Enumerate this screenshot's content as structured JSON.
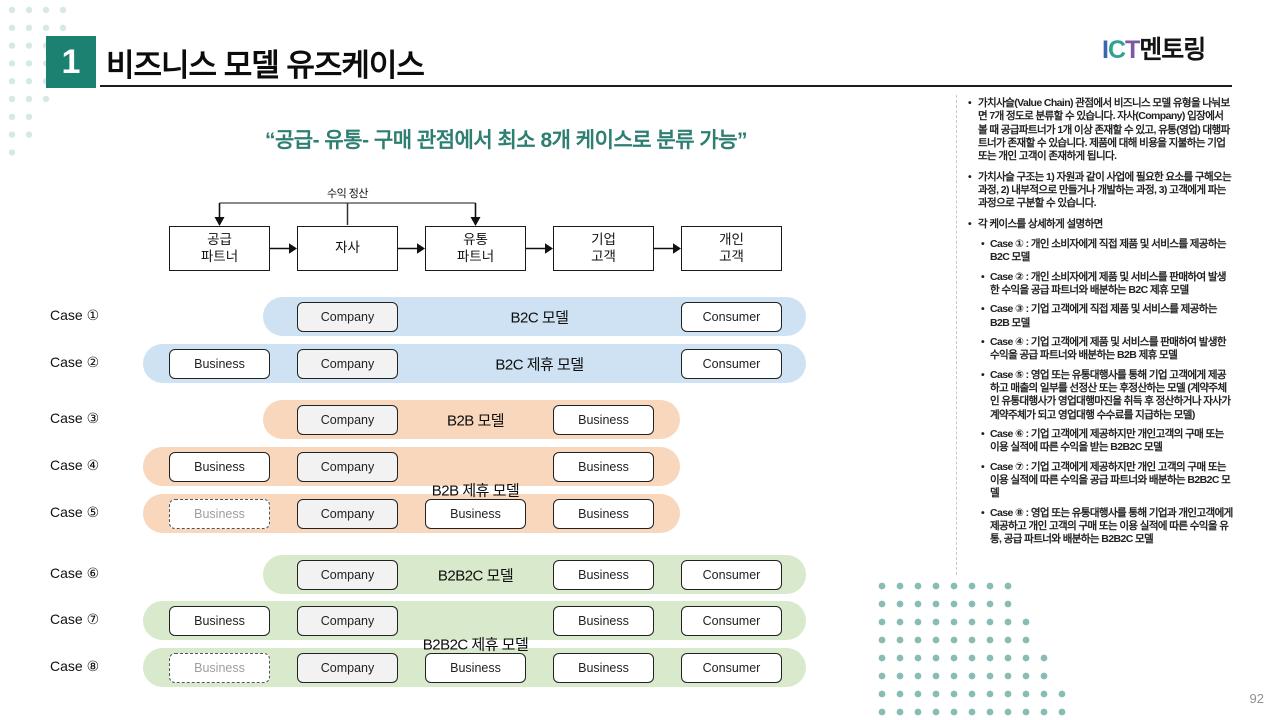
{
  "header": {
    "number": "1",
    "title": "비즈니스 모델 유즈케이스",
    "logo": {
      "i": "I",
      "c": "C",
      "t": "T",
      "suffix": "멘토링"
    }
  },
  "quote": "“공급- 유통- 구매 관점에서 최소 8개 케이스로 분류 가능”",
  "flow": {
    "revenue_label": "수익 정산",
    "nodes": [
      [
        "공급",
        "파트너"
      ],
      [
        "자사"
      ],
      [
        "유통",
        "파트너"
      ],
      [
        "기업",
        "고객"
      ],
      [
        "개인",
        "고객"
      ]
    ]
  },
  "cases": {
    "rows": [
      {
        "label": "Case ①",
        "band": "blue",
        "band_cols": [
          2,
          5
        ],
        "model": {
          "text": "B2C 모델",
          "pos": "span34"
        },
        "cells": [
          {
            "col": 2,
            "kind": "company",
            "text": "Company"
          },
          {
            "col": 5,
            "kind": "plain",
            "text": "Consumer"
          }
        ]
      },
      {
        "label": "Case ②",
        "band": "blue",
        "band_cols": [
          1,
          5
        ],
        "model": {
          "text": "B2C 제휴 모델",
          "pos": "span34"
        },
        "cells": [
          {
            "col": 1,
            "kind": "plain",
            "text": "Business"
          },
          {
            "col": 2,
            "kind": "company",
            "text": "Company"
          },
          {
            "col": 5,
            "kind": "plain",
            "text": "Consumer"
          }
        ]
      },
      {
        "label": "Case ③",
        "band": "orange",
        "band_cols": [
          2,
          4
        ],
        "model": {
          "text": "B2B 모델",
          "pos": "col3"
        },
        "cells": [
          {
            "col": 2,
            "kind": "company",
            "text": "Company"
          },
          {
            "col": 4,
            "kind": "plain",
            "text": "Business"
          }
        ]
      },
      {
        "label": "Case ④",
        "band": "orange",
        "band_cols": [
          1,
          4
        ],
        "model": null,
        "cells": [
          {
            "col": 1,
            "kind": "plain",
            "text": "Business"
          },
          {
            "col": 2,
            "kind": "company",
            "text": "Company"
          },
          {
            "col": 4,
            "kind": "plain",
            "text": "Business"
          }
        ]
      },
      {
        "label": "Case ⑤",
        "band": "orange",
        "band_cols": [
          1,
          4
        ],
        "model": null,
        "cells": [
          {
            "col": 1,
            "kind": "dashed",
            "text": "Business"
          },
          {
            "col": 2,
            "kind": "company",
            "text": "Company"
          },
          {
            "col": 3,
            "kind": "plain",
            "text": "Business"
          },
          {
            "col": 4,
            "kind": "plain",
            "text": "Business"
          }
        ]
      },
      {
        "label": "Case ⑥",
        "band": "green",
        "band_cols": [
          2,
          5
        ],
        "model": {
          "text": "B2B2C 모델",
          "pos": "col3"
        },
        "cells": [
          {
            "col": 2,
            "kind": "company",
            "text": "Company"
          },
          {
            "col": 4,
            "kind": "plain",
            "text": "Business"
          },
          {
            "col": 5,
            "kind": "plain",
            "text": "Consumer"
          }
        ]
      },
      {
        "label": "Case ⑦",
        "band": "green",
        "band_cols": [
          1,
          5
        ],
        "model": null,
        "cells": [
          {
            "col": 1,
            "kind": "plain",
            "text": "Business"
          },
          {
            "col": 2,
            "kind": "company",
            "text": "Company"
          },
          {
            "col": 4,
            "kind": "plain",
            "text": "Business"
          },
          {
            "col": 5,
            "kind": "plain",
            "text": "Consumer"
          }
        ]
      },
      {
        "label": "Case ⑧",
        "band": "green",
        "band_cols": [
          1,
          5
        ],
        "model": null,
        "cells": [
          {
            "col": 1,
            "kind": "dashed",
            "text": "Business"
          },
          {
            "col": 2,
            "kind": "company",
            "text": "Company"
          },
          {
            "col": 3,
            "kind": "plain",
            "text": "Business"
          },
          {
            "col": 4,
            "kind": "plain",
            "text": "Business"
          },
          {
            "col": 5,
            "kind": "plain",
            "text": "Consumer"
          }
        ]
      }
    ],
    "between_labels": [
      {
        "text": "B2B 제휴 모델",
        "between": [
          4,
          5
        ],
        "pos": "col3"
      },
      {
        "text": "B2B2C 제휴 모델",
        "between": [
          7,
          8
        ],
        "pos": "col3"
      }
    ]
  },
  "sidebar": {
    "bullets": [
      {
        "level": 1,
        "text": "가치사슬(Value Chain) 관점에서 비즈니스 모델 유형을 나눠보면 7개 정도로 분류할 수 있습니다. 자사(Company) 입장에서 볼 때 공급파트너가 1개 이상 존재할 수 있고, 유통(영업) 대행파트너가 존재할 수 있습니다. 제품에 대해 비용을 지불하는 기업 또는 개인 고객이 존재하게 됩니다."
      },
      {
        "level": 1,
        "text": "가치사슬 구조는 1) 자원과 같이 사업에 필요한 요소를 구해오는 과정, 2) 내부적으로 만들거나 개발하는 과정, 3) 고객에게 파는 과정으로 구분할 수 있습니다."
      },
      {
        "level": 1,
        "text": "각 케이스를 상세하게 설명하면"
      },
      {
        "level": 2,
        "text": "Case ① : 개인 소비자에게 직접 제품 및 서비스를 제공하는 B2C 모델"
      },
      {
        "level": 2,
        "text": "Case ② : 개인 소비자에게 제품 및 서비스를 판매하여 발생한 수익을 공급 파트너와 배분하는 B2C 제휴 모델"
      },
      {
        "level": 2,
        "text": "Case ③ : 기업 고객에게 직접 제품 및 서비스를 제공하는 B2B 모델"
      },
      {
        "level": 2,
        "text": "Case ④ : 기업 고객에게 제품 및 서비스를 판매하여 발생한 수익을 공급 파트너와 배분하는 B2B 제휴 모델"
      },
      {
        "level": 2,
        "text": "Case ⑤ : 영업 또는 유통대행사를 통해 기업 고객에게 제공하고 매출의 일부를 선정산 또는 후정산하는 모델 (계약주체인 유통대행사가 영업대행마진을 취득 후 정산하거나 자사가 계약주체가 되고 영업대행 수수료를 지급하는 모델)"
      },
      {
        "level": 2,
        "text": "Case ⑥ : 기업 고객에게 제공하지만 개인고객의 구매 또는 이용 실적에 따른 수익을 받는 B2B2C 모델"
      },
      {
        "level": 2,
        "text": "Case ⑦ : 기업 고객에게 제공하지만 개인 고객의 구매 또는 이용 실적에 따른 수익을 공급 파트너와 배분하는 B2B2C 모델"
      },
      {
        "level": 2,
        "text": "Case ⑧ : 영업 또는 유통대행사를 통해 기업과 개인고객에게 제공하고 개인 고객의 구매 또는 이용 실적에 따른 수익을 유통, 공급 파트너와 배분하는 B2B2C 모델"
      }
    ]
  },
  "page_number": "92",
  "colors": {
    "accent_teal": "#1b8170",
    "quote_teal": "#2e7e72",
    "band_blue": "#cfe2f3",
    "band_orange": "#f8d7bd",
    "band_green": "#d9e9cb",
    "company_fill": "#f2f2f2",
    "dots_light": "#d7e9e4",
    "dots_teal": "#57a094",
    "logo_i": "#3a66b0",
    "logo_c": "#2fa390",
    "logo_t": "#7e57a5"
  }
}
